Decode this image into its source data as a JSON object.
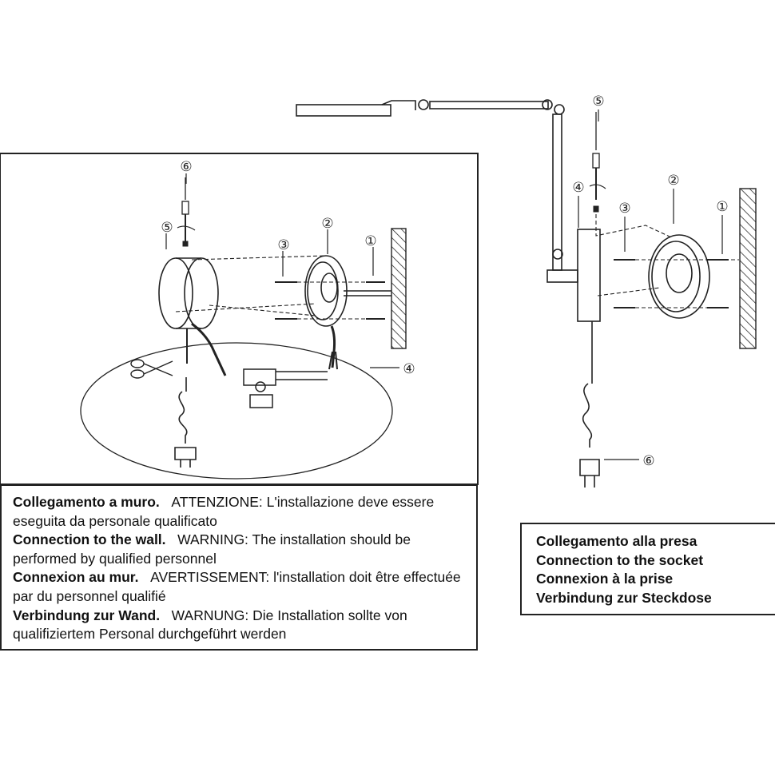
{
  "wall_connection": {
    "callouts": [
      "①",
      "②",
      "③",
      "④",
      "⑤",
      "⑥"
    ],
    "instructions": [
      {
        "title": "Collegamento a muro.",
        "text": "ATTENZIONE: L'installazione deve essere eseguita da personale qualificato"
      },
      {
        "title": "Connection to the wall.",
        "text": "WARNING: The installation should be performed by qualified personnel"
      },
      {
        "title": "Connexion au mur.",
        "text": "AVERTISSEMENT: l'installation doit être effectuée par du personnel qualifié"
      },
      {
        "title": "Verbindung zur Wand.",
        "text": "WARNUNG: Die Installation sollte von qualifiziertem Personal durchgeführt werden"
      }
    ]
  },
  "socket_connection": {
    "callouts": [
      "①",
      "②",
      "③",
      "④",
      "⑤",
      "⑥"
    ],
    "instructions": [
      "Collegamento alla presa",
      "Connection to the socket",
      "Connexion à la prise",
      "Verbindung zur Steckdose"
    ]
  },
  "colors": {
    "line": "#222222",
    "background": "#ffffff"
  }
}
